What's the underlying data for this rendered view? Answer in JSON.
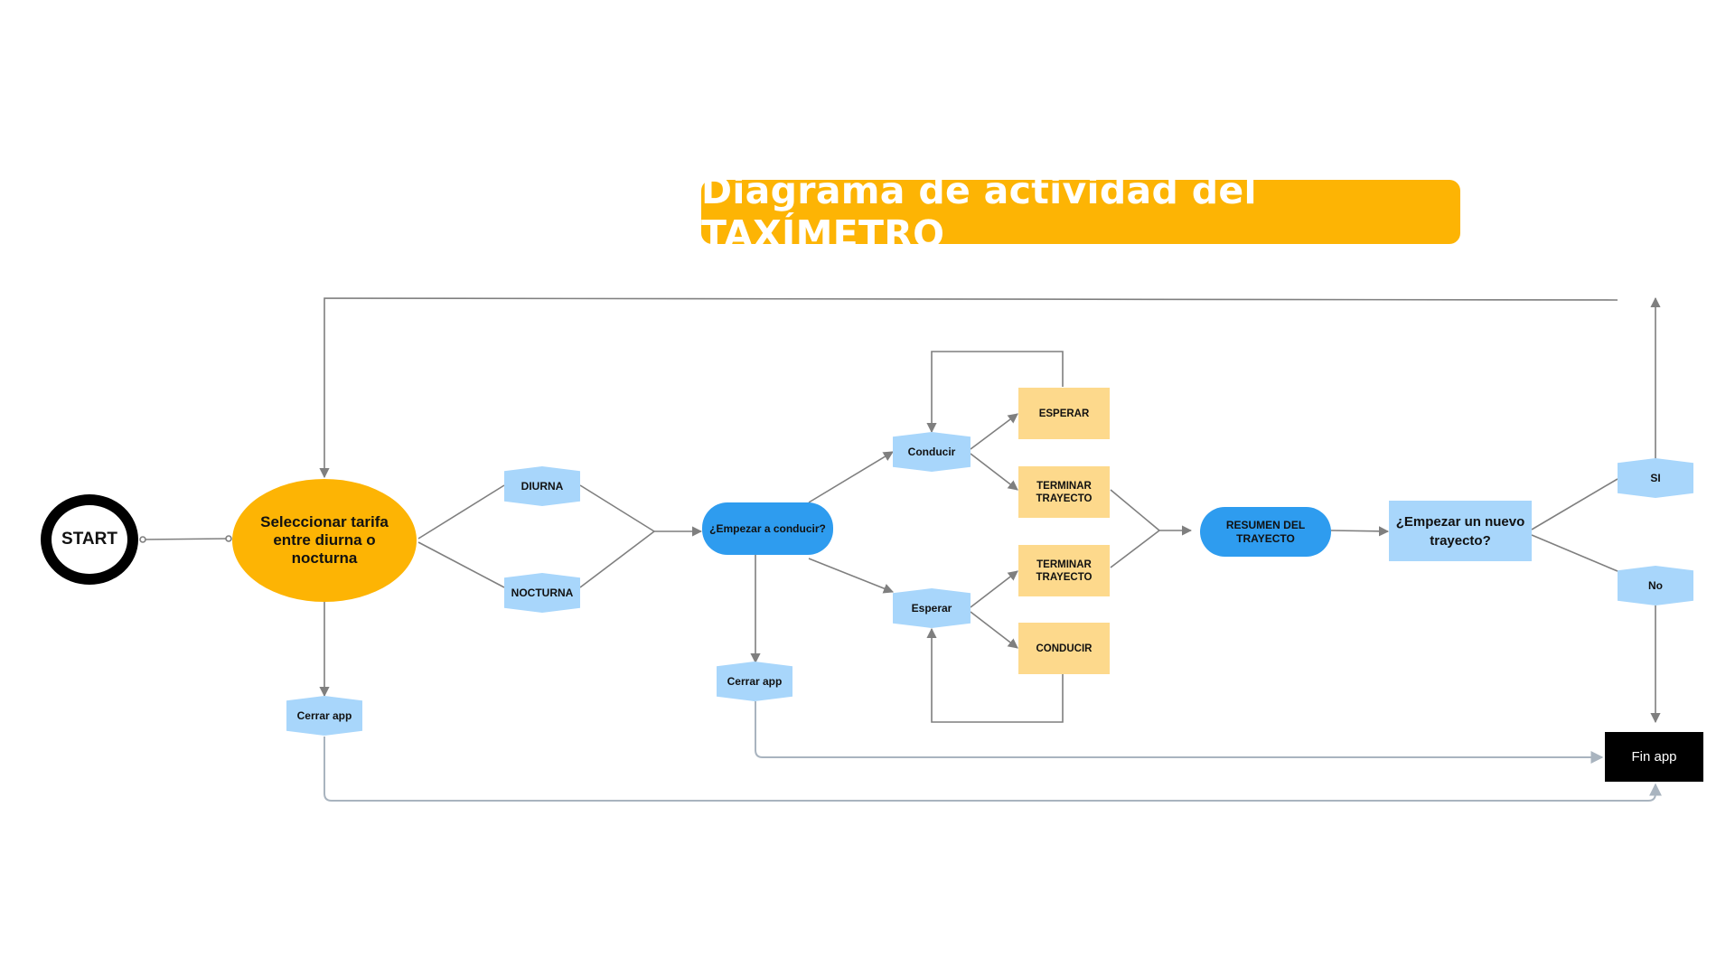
{
  "title": "Diagrama de actividad del TAXÍMETRO",
  "nodes": {
    "start": "START",
    "select_tariff": "Seleccionar tarifa entre diurna o nocturna",
    "diurna": "DIURNA",
    "nocturna": "NOCTURNA",
    "cerrar_app_1": "Cerrar app",
    "empezar_conducir": "¿Empezar a conducir?",
    "cerrar_app_2": "Cerrar app",
    "conducir": "Conducir",
    "esperar": "Esperar",
    "esperar_action": "ESPERAR",
    "terminar_trayecto_1": "TERMINAR TRAYECTO",
    "terminar_trayecto_2": "TERMINAR TRAYECTO",
    "conducir_action": "CONDUCIR",
    "resumen": "RESUMEN DEL TRAYECTO",
    "nuevo_trayecto": "¿Empezar un nuevo trayecto?",
    "si": "SI",
    "no": "No",
    "fin_app": "Fin app"
  },
  "colors": {
    "orange": "#FDB404",
    "light_orange": "#FDD98C",
    "light_blue": "#A8D6FB",
    "blue": "#2E9CEF",
    "connector": "#7F7F7F",
    "connector_light": "#A9B4BF"
  }
}
